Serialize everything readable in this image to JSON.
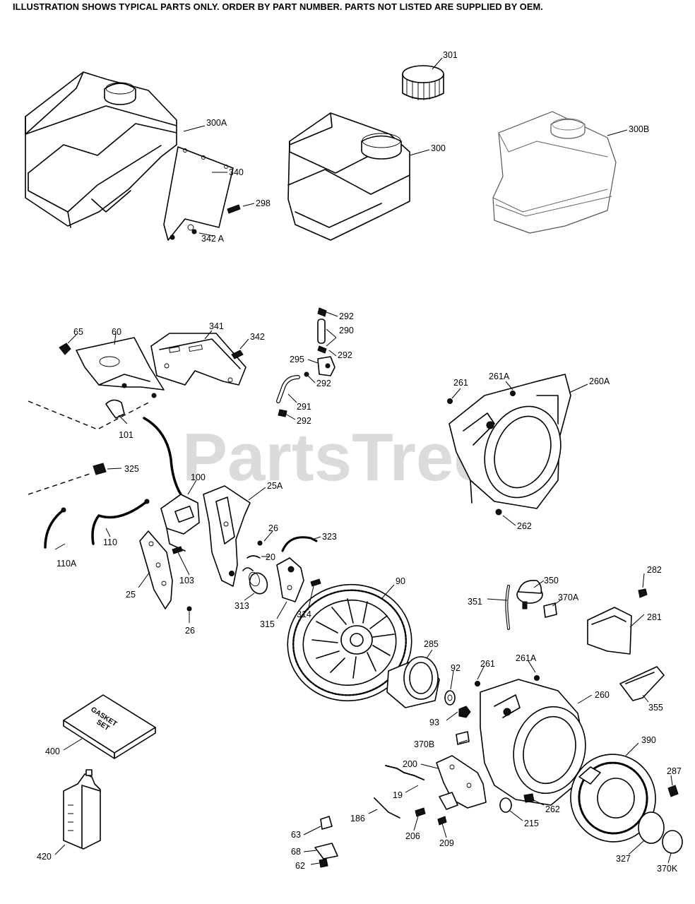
{
  "header": {
    "text": "ILLUSTRATION SHOWS TYPICAL PARTS ONLY. ORDER BY PART NUMBER. PARTS NOT LISTED ARE SUPPLIED BY OEM."
  },
  "watermark": "PartsTree",
  "gasket_box_text": {
    "line1": "GASKET",
    "line2": "SET"
  },
  "labels": {
    "p301": "301",
    "p300A": "300A",
    "p340": "340",
    "p298": "298",
    "p342A": "342 A",
    "p300": "300",
    "p300B": "300B",
    "p65": "65",
    "p60": "60",
    "p341": "341",
    "p342": "342",
    "p292a": "292",
    "p290": "290",
    "p292b": "292",
    "p295": "295",
    "p292c": "292",
    "p291": "291",
    "p292d": "292",
    "p261a": "261",
    "p261Aa": "261A",
    "p260A": "260A",
    "p262a": "262",
    "p101": "101",
    "p325": "325",
    "p100": "100",
    "p25A": "25A",
    "p110": "110",
    "p110A": "110A",
    "p26a": "26",
    "p20": "20",
    "p323": "323",
    "p103": "103",
    "p25": "25",
    "p313": "313",
    "p26b": "26",
    "p90": "90",
    "p314": "314",
    "p315": "315",
    "p350": "350",
    "p351": "351",
    "p370A": "370A",
    "p282": "282",
    "p281": "281",
    "p285": "285",
    "p92": "92",
    "p93": "93",
    "p261b": "261",
    "p261Ab": "261A",
    "p260": "260",
    "p355": "355",
    "p370B": "370B",
    "p200": "200",
    "p390": "390",
    "p19": "19",
    "p287": "287",
    "p262b": "262",
    "p186": "186",
    "p206": "206",
    "p209": "209",
    "p215": "215",
    "p327": "327",
    "p370K": "370K",
    "p400": "400",
    "p420": "420",
    "p63": "63",
    "p68": "68",
    "p62": "62"
  }
}
